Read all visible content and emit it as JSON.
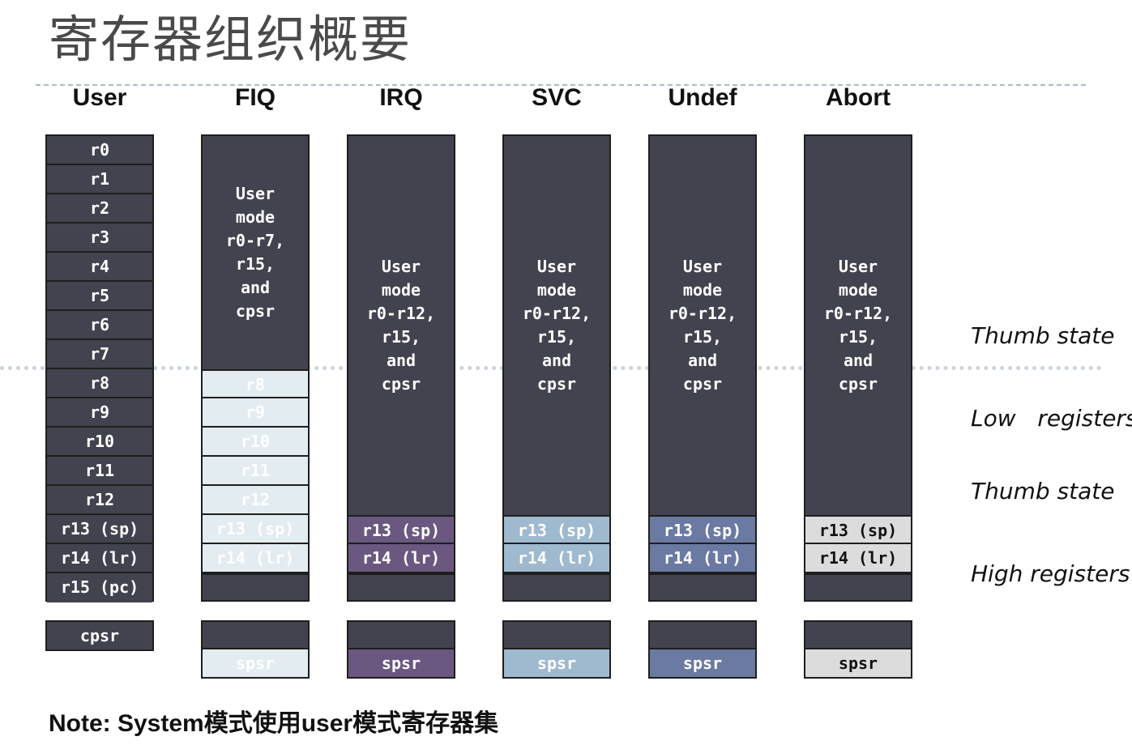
{
  "title": "寄存器组织概要",
  "modes": [
    {
      "label": "User",
      "banner": [],
      "registers": [
        {
          "name": "r0",
          "kind": "shared"
        },
        {
          "name": "r1",
          "kind": "shared"
        },
        {
          "name": "r2",
          "kind": "shared"
        },
        {
          "name": "r3",
          "kind": "shared"
        },
        {
          "name": "r4",
          "kind": "shared"
        },
        {
          "name": "r5",
          "kind": "shared"
        },
        {
          "name": "r6",
          "kind": "shared"
        },
        {
          "name": "r7",
          "kind": "shared"
        },
        {
          "name": "r8",
          "kind": "shared"
        },
        {
          "name": "r9",
          "kind": "shared"
        },
        {
          "name": "r10",
          "kind": "shared"
        },
        {
          "name": "r11",
          "kind": "shared"
        },
        {
          "name": "r12",
          "kind": "shared"
        },
        {
          "name": "r13 (sp)",
          "kind": "shared"
        },
        {
          "name": "r14 (lr)",
          "kind": "shared"
        },
        {
          "name": "r15 (pc)",
          "kind": "shared"
        }
      ],
      "psr": "cpsr",
      "bank_color": "#43434f",
      "bank_text_color": "#ffffff"
    },
    {
      "label": "FIQ",
      "banner": [
        "User",
        "mode",
        "r0-r7,",
        "r15,",
        "and",
        "cpsr"
      ],
      "banked": [
        "r8",
        "r9",
        "r10",
        "r11",
        "r12",
        "r13 (sp)",
        "r14 (lr)"
      ],
      "psr": "spsr",
      "bank_color": "#e3ecf0",
      "bank_text_color": "#ffffff"
    },
    {
      "label": "IRQ",
      "banner": [
        "User",
        "mode",
        "r0-r12,",
        "r15,",
        "and",
        "cpsr"
      ],
      "banked": [
        "r13 (sp)",
        "r14 (lr)"
      ],
      "psr": "spsr",
      "bank_color": "#6a5880",
      "bank_text_color": "#ffffff"
    },
    {
      "label": "SVC",
      "banner": [
        "User",
        "mode",
        "r0-r12,",
        "r15,",
        "and",
        "cpsr"
      ],
      "banked": [
        "r13 (sp)",
        "r14 (lr)"
      ],
      "psr": "spsr",
      "bank_color": "#9fb9ce",
      "bank_text_color": "#ffffff"
    },
    {
      "label": "Undef",
      "banner": [
        "User",
        "mode",
        "r0-r12,",
        "r15,",
        "and",
        "cpsr"
      ],
      "banked": [
        "r13 (sp)",
        "r14 (lr)"
      ],
      "psr": "spsr",
      "bank_color": "#6b7aa2",
      "bank_text_color": "#ffffff"
    },
    {
      "label": "Abort",
      "banner": [
        "User",
        "mode",
        "r0-r12,",
        "r15,",
        "and",
        "cpsr"
      ],
      "banked": [
        "r13 (sp)",
        "r14 (lr)"
      ],
      "psr": "spsr",
      "bank_color": "#dcdcdc",
      "bank_text_color": "#111111"
    }
  ],
  "thumb_low": [
    "Thumb state",
    "Low   registers"
  ],
  "thumb_high": [
    "Thumb state",
    "High registers"
  ],
  "note": "Note: System模式使用user模式寄存器集",
  "colors": {
    "register_dark": "#43434f",
    "border": "#1e1e1e"
  }
}
